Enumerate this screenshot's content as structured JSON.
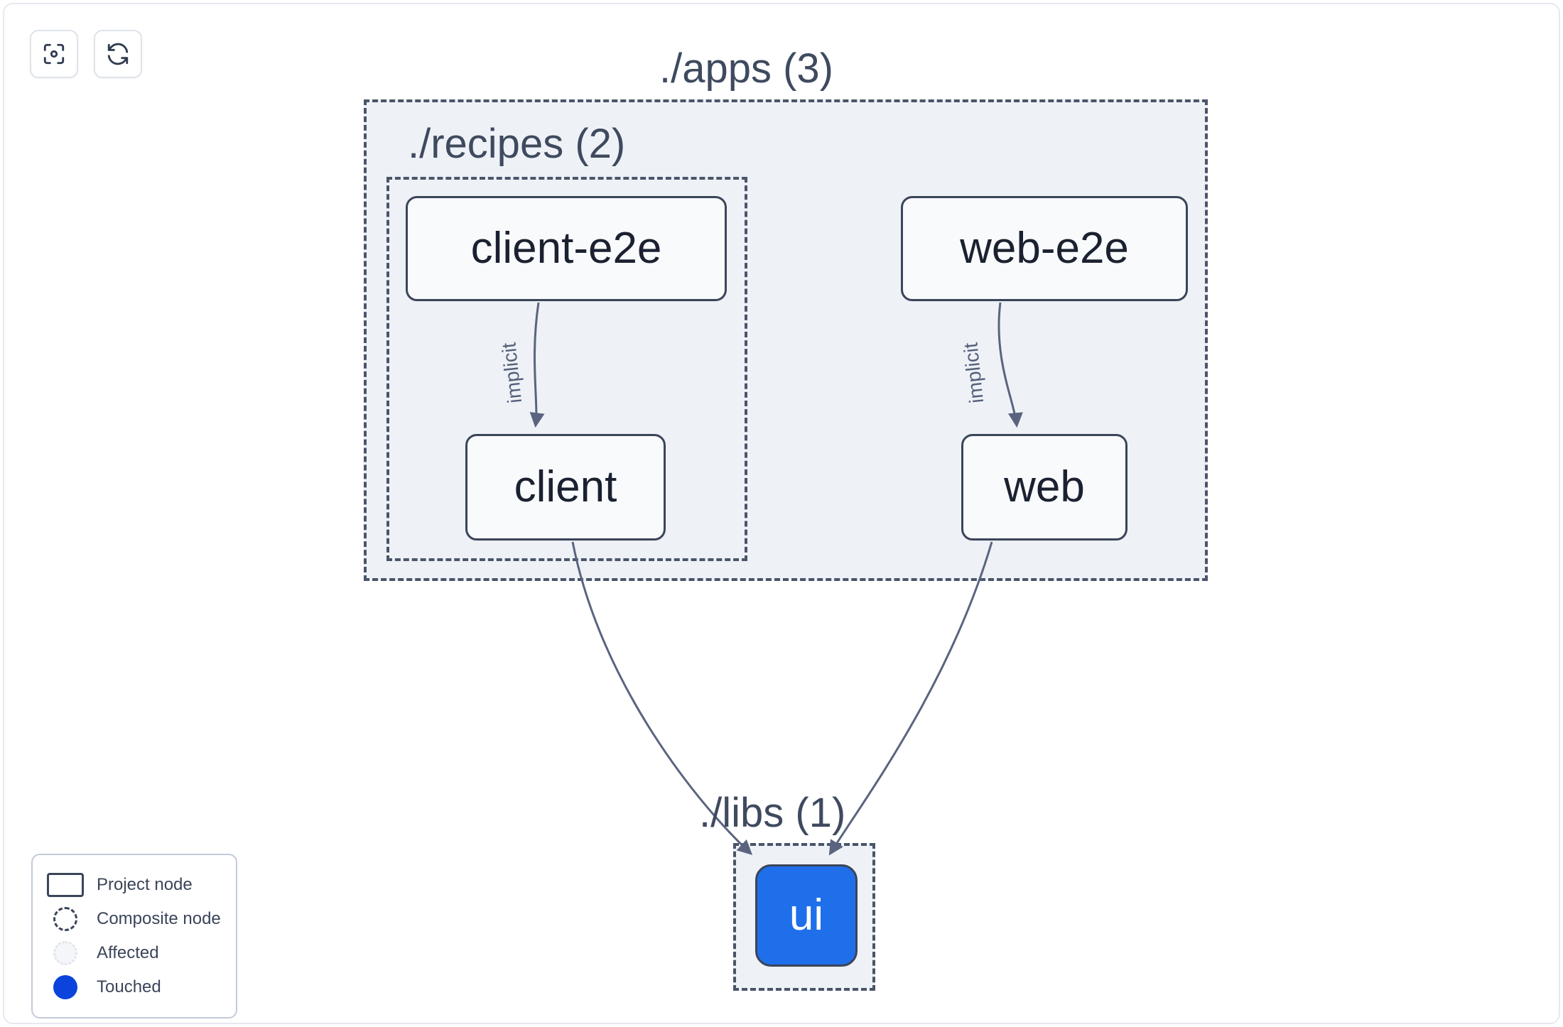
{
  "toolbar": {
    "buttons": [
      {
        "name": "focus-graph-button",
        "icon": "focus-target-icon",
        "title": "Focus graph"
      },
      {
        "name": "refresh-graph-button",
        "icon": "refresh-icon",
        "title": "Refresh graph"
      }
    ]
  },
  "graph": {
    "groups": [
      {
        "id": "apps",
        "label": "./apps (3)",
        "count": 3
      },
      {
        "id": "recipes",
        "label": "./recipes (2)",
        "count": 2
      },
      {
        "id": "libs",
        "label": "./libs (1)",
        "count": 1
      }
    ],
    "nodes": [
      {
        "id": "client-e2e",
        "label": "client-e2e",
        "group": "recipes",
        "state": "project"
      },
      {
        "id": "client",
        "label": "client",
        "group": "recipes",
        "state": "project"
      },
      {
        "id": "web-e2e",
        "label": "web-e2e",
        "group": "apps",
        "state": "project"
      },
      {
        "id": "web",
        "label": "web",
        "group": "apps",
        "state": "project"
      },
      {
        "id": "ui",
        "label": "ui",
        "group": "libs",
        "state": "touched"
      }
    ],
    "edges": [
      {
        "from": "client-e2e",
        "to": "client",
        "label": "implicit"
      },
      {
        "from": "web-e2e",
        "to": "web",
        "label": "implicit"
      },
      {
        "from": "client",
        "to": "ui",
        "label": ""
      },
      {
        "from": "web",
        "to": "ui",
        "label": ""
      }
    ]
  },
  "legend": {
    "items": [
      {
        "key": "project",
        "label": "Project node"
      },
      {
        "key": "composite",
        "label": "Composite node"
      },
      {
        "key": "affected",
        "label": "Affected"
      },
      {
        "key": "touched",
        "label": "Touched"
      }
    ]
  },
  "colors": {
    "touched": "#1f6feb",
    "touched_legend": "#0a44dd",
    "group_fill": "#eef1f6",
    "group_border": "#4a5568",
    "node_border": "#3b4559",
    "node_fill": "#f8fafc",
    "edge": "#5a6480",
    "text": "#1b2130"
  }
}
